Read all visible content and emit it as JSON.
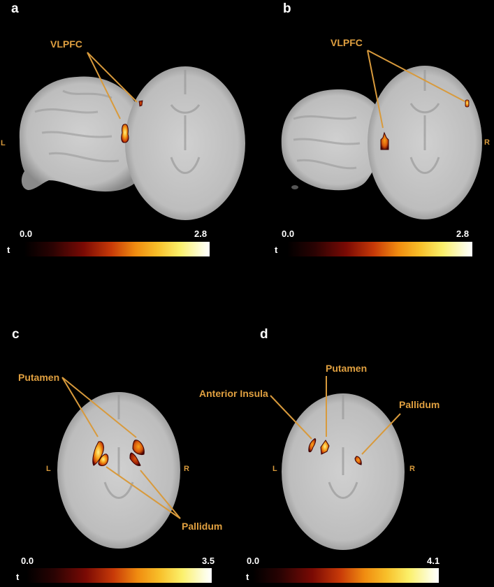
{
  "figure": {
    "panels": [
      {
        "id": "a",
        "letter": "a",
        "labels": [
          "VLPFC"
        ],
        "side_labels": [
          "L"
        ],
        "colorbar": {
          "stat": "t",
          "min": "0.0",
          "max": "2.8"
        }
      },
      {
        "id": "b",
        "letter": "b",
        "labels": [
          "VLPFC"
        ],
        "side_labels": [
          "R"
        ],
        "colorbar": {
          "stat": "t",
          "min": "0.0",
          "max": "2.8"
        }
      },
      {
        "id": "c",
        "letter": "c",
        "labels": [
          "Putamen",
          "Pallidum"
        ],
        "side_labels": [
          "L",
          "R"
        ],
        "colorbar": {
          "stat": "t",
          "min": "0.0",
          "max": "3.5"
        }
      },
      {
        "id": "d",
        "letter": "d",
        "labels": [
          "Anterior Insula",
          "Putamen",
          "Pallidum"
        ],
        "side_labels": [
          "L",
          "R"
        ],
        "colorbar": {
          "stat": "t",
          "min": "0.0",
          "max": "4.1"
        }
      }
    ],
    "colors": {
      "background": "#000000",
      "annotation": "#e0a040",
      "brain": "#c8c8c8",
      "colormap": [
        "#000000",
        "#7a0a04",
        "#f08c10",
        "#fbf06a",
        "#ffffff"
      ]
    }
  }
}
